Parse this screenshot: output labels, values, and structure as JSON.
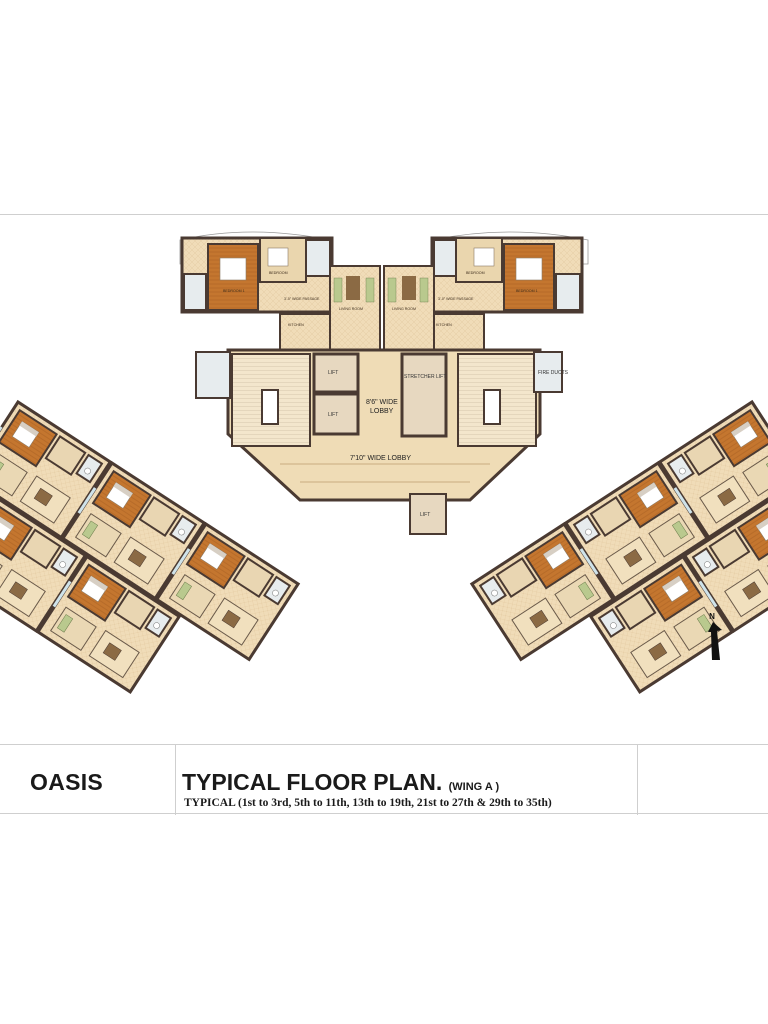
{
  "plan": {
    "lobby_label_a": "8'6\" WIDE",
    "lobby_label_b": "LOBBY",
    "corridor_label": "7'10\" WIDE LOBBY",
    "lift1": "LIFT",
    "lift2": "LIFT",
    "stretcher_lift": "STRETCHER LIFT",
    "lift3": "LIFT",
    "fire_duct": "FIRE DUCTS",
    "passage_left": "3'-0\" WIDE PASSAGE",
    "passage_right": "3'-0\" WIDE PASSAGE",
    "living_left": "LIVING ROOM",
    "living_right": "LIVING ROOM",
    "kitchen_left": "KITCHEN",
    "kitchen_right": "KITCHEN",
    "bedroom_tl": "BEDROOM",
    "bedroom_tr": "BEDROOM",
    "master_tl": "BEDROOM 1",
    "master_tr": "BEDROOM 1"
  },
  "north": {
    "label": "N"
  },
  "title_block": {
    "project": "OASIS",
    "title_main": "TYPICAL FLOOR PLAN.",
    "title_wing": "(WING A )",
    "subtitle": "TYPICAL (1st to 3rd, 5th to 11th, 13th to 19th, 21st to 27th & 29th to 35th)"
  },
  "colors": {
    "wall": "#4a3a32",
    "floor_beige": "#f0dcb8",
    "floor_tan": "#e6cfa2",
    "wood": "#c77a36",
    "lobby": "#efdcb6",
    "glass": "#cfe3ea"
  }
}
